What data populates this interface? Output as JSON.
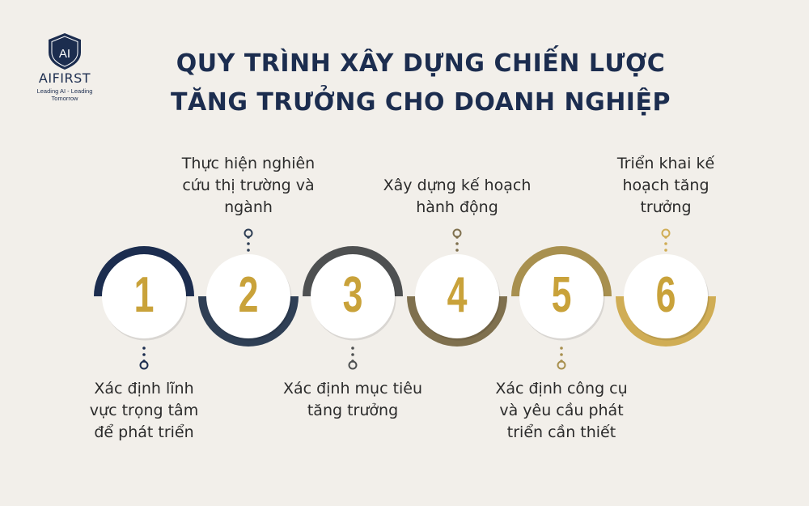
{
  "brand": {
    "mark": "AI",
    "name": "AIFIRST",
    "tagline": "Leading AI - Leading Tomorrow"
  },
  "title": {
    "line1": "QUY TRÌNH XÂY DỰNG CHIẾN LƯỢC",
    "line2": "TĂNG TRƯỞNG CHO DOANH NGHIỆP"
  },
  "colors": {
    "background": "#f2efea",
    "navy": "#1c2d4f",
    "gold": "#c9a23a",
    "number": "#c9a23a",
    "text": "#2b2b2b"
  },
  "steps": [
    {
      "number": "1",
      "label": [
        "Xác định lĩnh",
        "vực trọng tâm",
        "để phát triển"
      ],
      "position": "below",
      "color": "#1c2d4f"
    },
    {
      "number": "2",
      "label": [
        "Thực hiện nghiên",
        "cứu thị trường và",
        "ngành"
      ],
      "position": "above",
      "color": "#2f3f55"
    },
    {
      "number": "3",
      "label": [
        "Xác định mục tiêu",
        "tăng trưởng"
      ],
      "position": "below",
      "color": "#4e5051"
    },
    {
      "number": "4",
      "label": [
        "Xây dựng kế hoạch",
        "hành động"
      ],
      "position": "above",
      "color": "#7f704e"
    },
    {
      "number": "5",
      "label": [
        "Xác định công cụ",
        "và yêu cầu phát",
        "triển cần thiết"
      ],
      "position": "below",
      "color": "#a8904f"
    },
    {
      "number": "6",
      "label": [
        "Triển khai kế",
        "hoạch tăng",
        "trưởng"
      ],
      "position": "above",
      "color": "#d0ad55"
    }
  ]
}
